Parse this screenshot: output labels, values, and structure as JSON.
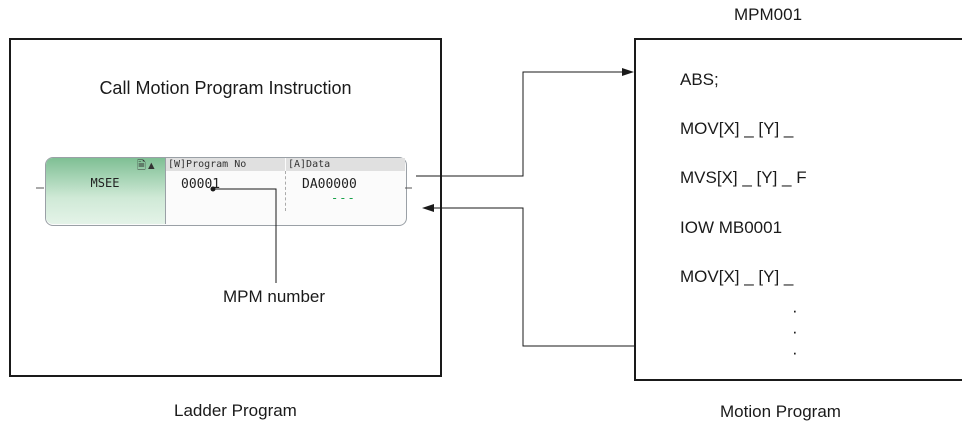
{
  "ladder_box": {
    "title": "Call Motion Program Instruction",
    "caption": "Ladder Program",
    "instruction": {
      "mnemonic": "MSEE",
      "program_header": "[W]Program No",
      "data_header": "[A]Data",
      "program_value": "00001",
      "data_value": "DA00000",
      "data_dashes": "---",
      "icons": [
        "document-icon",
        "triangle-up-icon"
      ]
    },
    "callout": "MPM number"
  },
  "motion_box": {
    "name": "MPM001",
    "caption": "Motion Program",
    "lines": [
      "ABS;",
      "MOV[X] _ [Y] _",
      "MVS[X] _ [Y] _ F",
      "IOW MB0001",
      "MOV[X] _ [Y] _"
    ],
    "continuation": [
      "·",
      "·",
      "·"
    ]
  },
  "colors": {
    "line": "#1a1a1a",
    "instruction_green": "#7fbf94",
    "dash_green": "#19a24a"
  }
}
